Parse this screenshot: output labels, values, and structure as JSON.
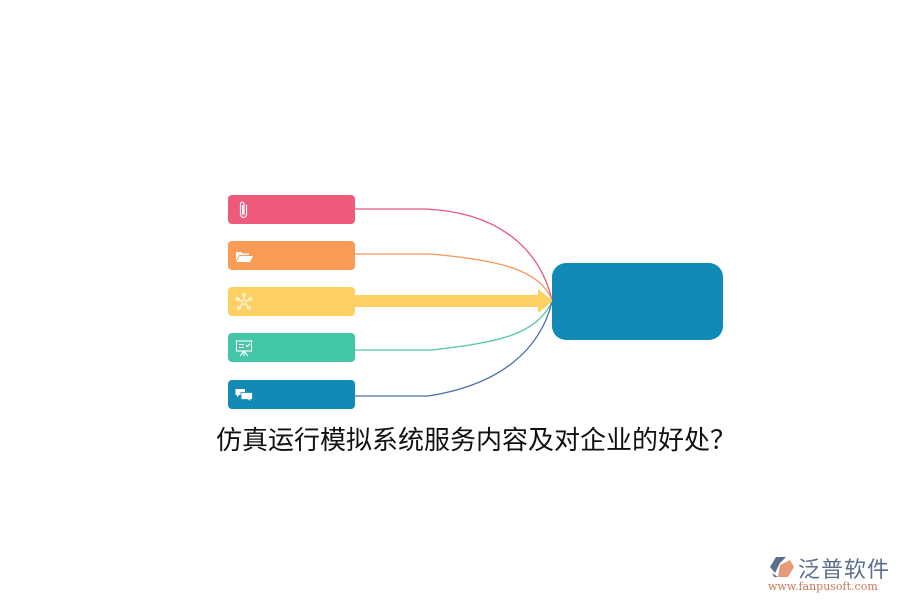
{
  "diagram": {
    "title": "仿真运行模拟系统服务内容及对企业的好处？",
    "nodes": [
      {
        "id": "n1",
        "icon": "paperclip-icon",
        "color": "#f05a7a",
        "label": ""
      },
      {
        "id": "n2",
        "icon": "folder-open-icon",
        "color": "#f99b55",
        "label": ""
      },
      {
        "id": "n3",
        "icon": "network-icon",
        "color": "#fecf62",
        "label": ""
      },
      {
        "id": "n4",
        "icon": "presentation-board-icon",
        "color": "#43c6a8",
        "label": ""
      },
      {
        "id": "n5",
        "icon": "chat-bubbles-icon",
        "color": "#138ab5",
        "label": ""
      }
    ],
    "hub": {
      "color": "#118bb5",
      "label": ""
    },
    "connector_colors": [
      "#e8567d",
      "#f5985a",
      "#fecf62",
      "#4dc7a9",
      "#4a6da8"
    ],
    "icon_color": "#ffffff"
  },
  "logo": {
    "brand": "泛普软件",
    "url": "www.fanpusoft.com",
    "brand_color": "#5a6f8c",
    "url_color": "#c77a5a",
    "mark_colors": [
      "#5a6f8c",
      "#e79a7a"
    ]
  }
}
